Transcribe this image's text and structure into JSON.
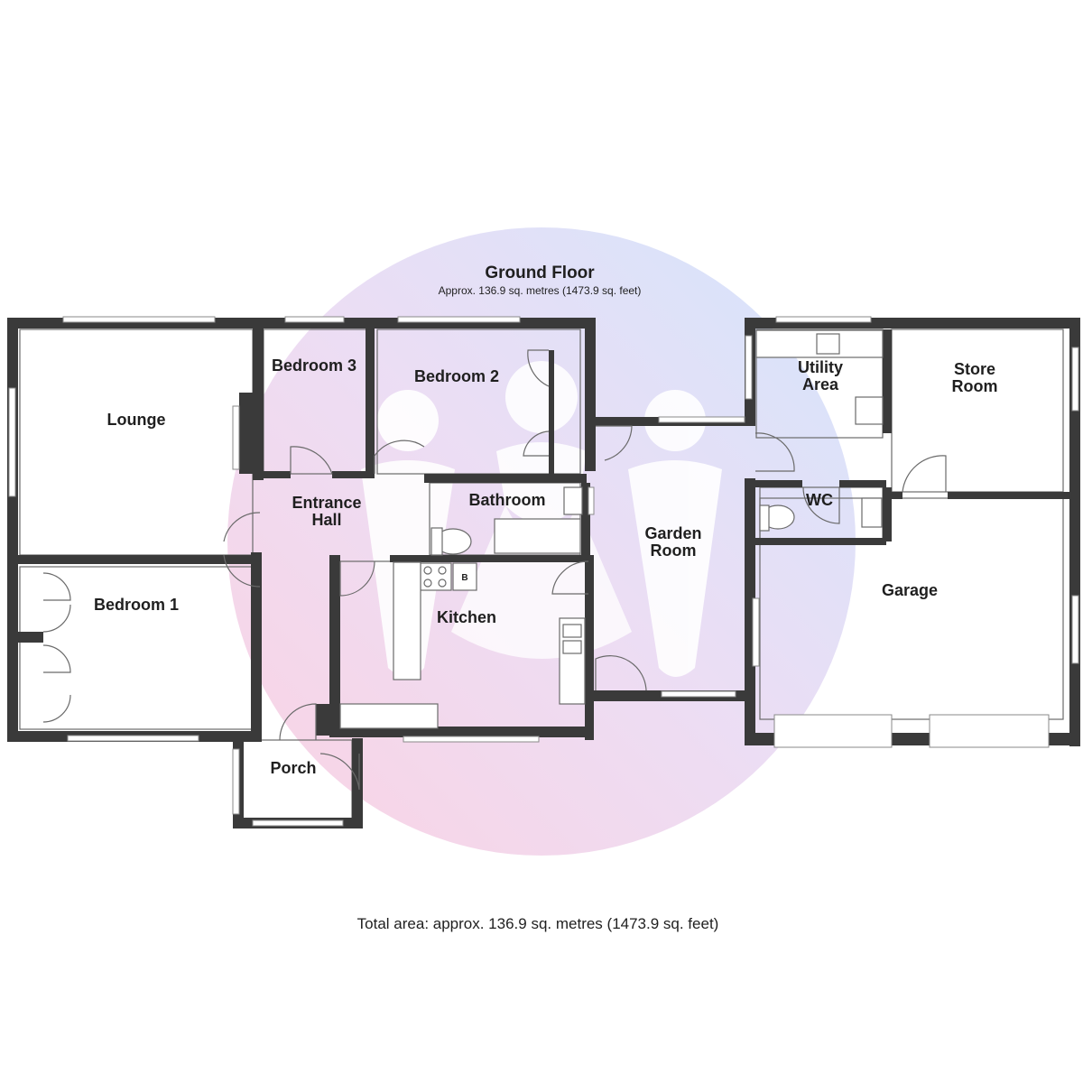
{
  "floor": {
    "title": "Ground Floor",
    "area": "Approx. 136.9 sq. metres (1473.9 sq. feet)"
  },
  "rooms": {
    "lounge": "Lounge",
    "bedroom3": "Bedroom 3",
    "bedroom2": "Bedroom 2",
    "entrance_line1": "Entrance",
    "entrance_line2": "Hall",
    "bathroom": "Bathroom",
    "bedroom1": "Bedroom 1",
    "kitchen": "Kitchen",
    "garden_line1": "Garden",
    "garden_line2": "Room",
    "porch": "Porch",
    "utility_line1": "Utility",
    "utility_line2": "Area",
    "store_line1": "Store",
    "store_line2": "Room",
    "wc": "WC",
    "garage": "Garage",
    "boiler": "B"
  },
  "footer": {
    "total": "Total area: approx. 136.9 sq. metres (1473.9 sq. feet)"
  },
  "colors": {
    "wall": "#3a3a3a",
    "watermark_pink": "#f7c6dc",
    "watermark_blue": "#c9dcfb"
  }
}
